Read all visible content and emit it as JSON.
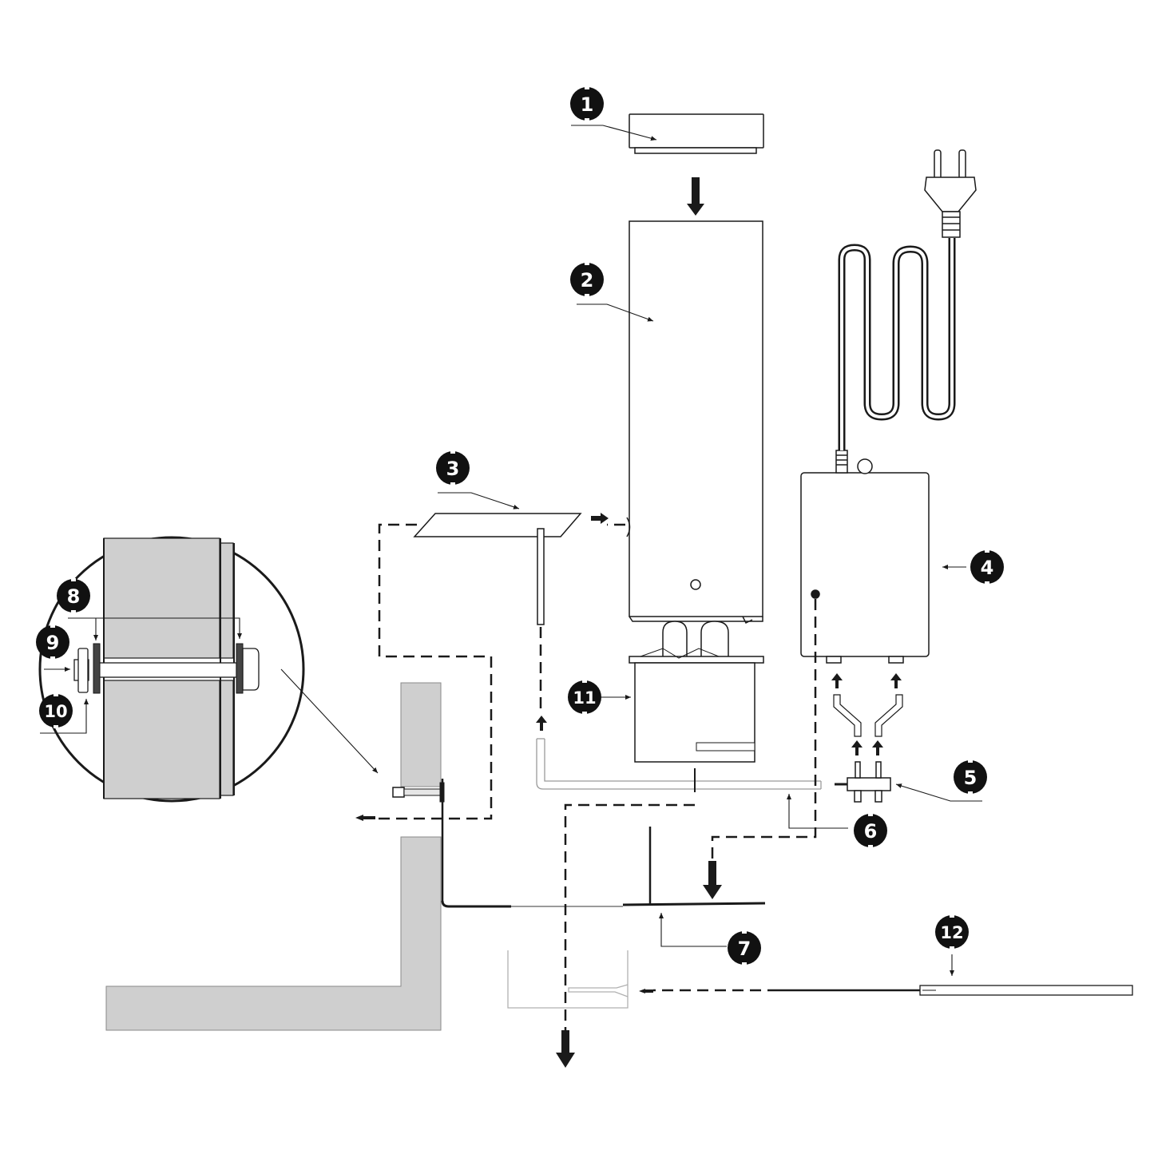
{
  "callouts": [
    {
      "id": "1",
      "label": "1"
    },
    {
      "id": "2",
      "label": "2"
    },
    {
      "id": "3",
      "label": "3"
    },
    {
      "id": "4",
      "label": "4"
    },
    {
      "id": "5",
      "label": "5"
    },
    {
      "id": "6",
      "label": "6"
    },
    {
      "id": "7",
      "label": "7"
    },
    {
      "id": "8",
      "label": "8"
    },
    {
      "id": "9",
      "label": "9"
    },
    {
      "id": "10",
      "label": "10"
    },
    {
      "id": "11",
      "label": "11"
    },
    {
      "id": "12",
      "label": "12"
    }
  ],
  "colors": {
    "line": "#1a1a1a",
    "wall_fill": "#cfcfcf",
    "wall_stroke": "#8a8a8a",
    "badge_fill": "#111111",
    "badge_text": "#ffffff",
    "light_line": "#9a9a9a"
  }
}
